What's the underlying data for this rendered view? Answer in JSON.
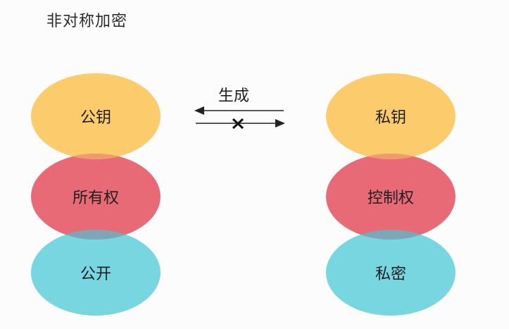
{
  "title": "非对称加密",
  "relation_label": "生成",
  "left_column": {
    "top": {
      "label": "公钥",
      "color": "#FCCB6C"
    },
    "middle": {
      "label": "所有权",
      "color": "#E86A76"
    },
    "bottom": {
      "label": "公开",
      "color": "#78D6E0"
    }
  },
  "right_column": {
    "top": {
      "label": "私钥",
      "color": "#FCCB6C"
    },
    "middle": {
      "label": "控制权",
      "color": "#E86A76"
    },
    "bottom": {
      "label": "私密",
      "color": "#78D6E0"
    }
  },
  "arrows": {
    "upper_direction": "right-to-left",
    "lower_direction": "left-to-right",
    "lower_blocked": true,
    "block_mark": "x"
  }
}
